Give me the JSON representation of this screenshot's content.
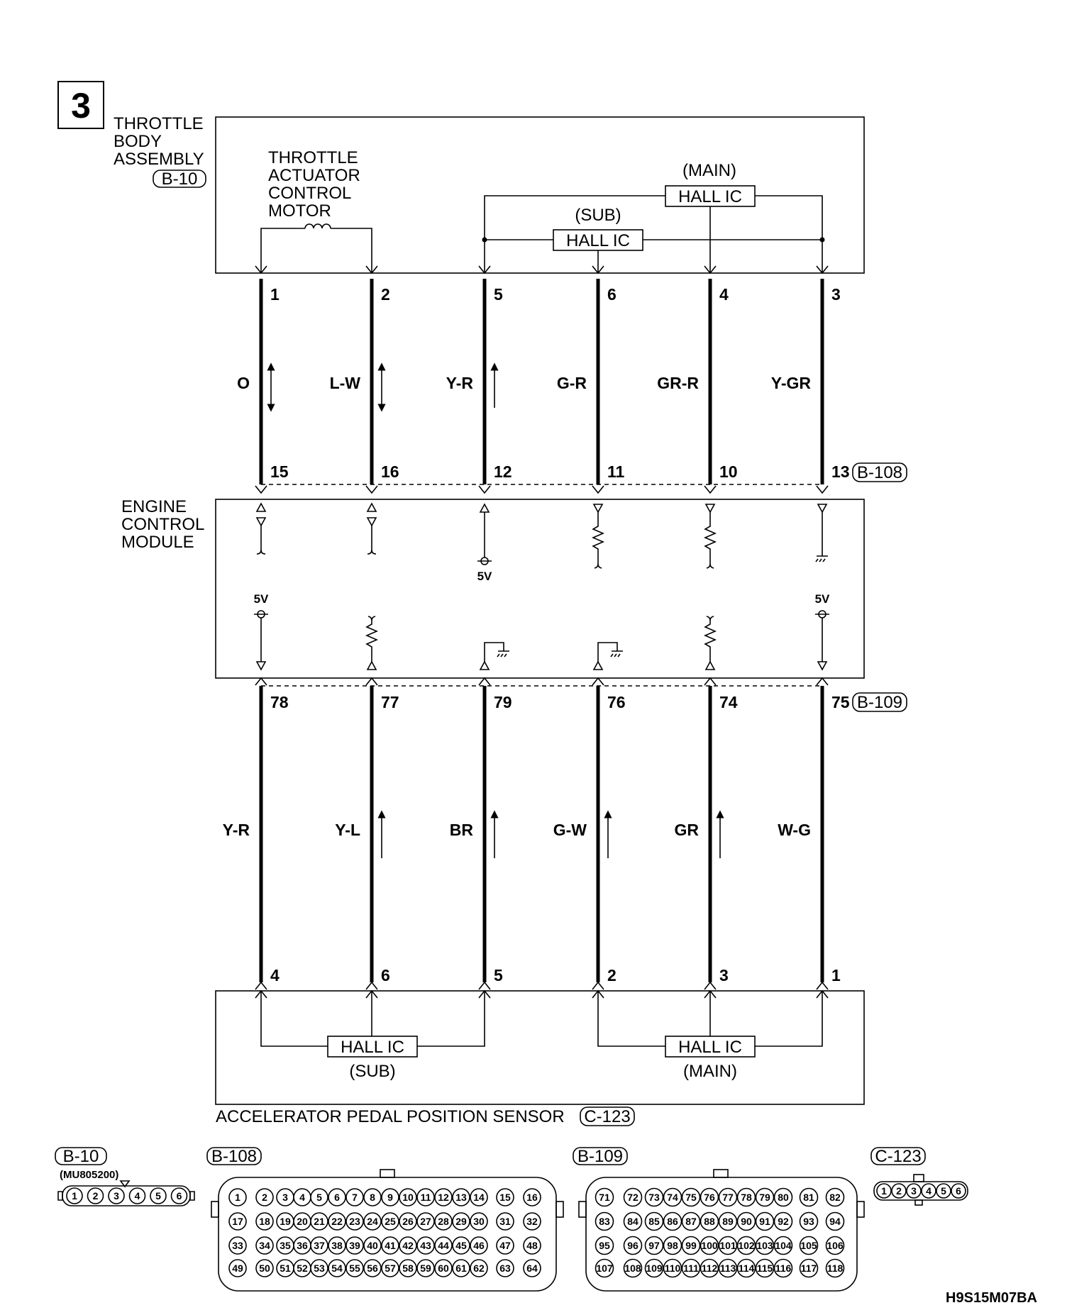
{
  "section_number": "3",
  "throttle_body": {
    "title_lines": [
      "THROTTLE",
      "BODY",
      "ASSEMBLY"
    ],
    "connector": "B-10",
    "motor_lines": [
      "THROTTLE",
      "ACTUATOR",
      "CONTROL",
      "MOTOR"
    ],
    "hall_main_label": "(MAIN)",
    "hall_sub_label": "(SUB)",
    "hall_ic": "HALL IC"
  },
  "ecm": {
    "title_lines": [
      "ENGINE",
      "CONTROL",
      "MODULE"
    ],
    "volt_label": "5V"
  },
  "connectors": {
    "b108": "B-108",
    "b109": "B-109",
    "c123": "C-123",
    "b10": "B-10"
  },
  "wires": [
    {
      "tb_pin": "1",
      "wire_color": "O",
      "b108_pin": "15",
      "b109_pin": "78",
      "wire_color_lower": "Y-R",
      "aps_pin": "4"
    },
    {
      "tb_pin": "2",
      "wire_color": "L-W",
      "b108_pin": "16",
      "b109_pin": "77",
      "wire_color_lower": "Y-L",
      "aps_pin": "6"
    },
    {
      "tb_pin": "5",
      "wire_color": "Y-R",
      "b108_pin": "12",
      "b109_pin": "79",
      "wire_color_lower": "BR",
      "aps_pin": "5"
    },
    {
      "tb_pin": "6",
      "wire_color": "G-R",
      "b108_pin": "11",
      "b109_pin": "76",
      "wire_color_lower": "G-W",
      "aps_pin": "2"
    },
    {
      "tb_pin": "4",
      "wire_color": "GR-R",
      "b108_pin": "10",
      "b109_pin": "74",
      "wire_color_lower": "GR",
      "aps_pin": "3"
    },
    {
      "tb_pin": "3",
      "wire_color": "Y-GR",
      "b108_pin": "13",
      "b109_pin": "75",
      "wire_color_lower": "W-G",
      "aps_pin": "1"
    }
  ],
  "aps": {
    "title": "ACCELERATOR PEDAL POSITION SENSOR",
    "connector": "C-123",
    "hall_ic": "HALL IC",
    "sub_label": "(SUB)",
    "main_label": "(MAIN)"
  },
  "connector_views": {
    "b10_part": "(MU805200)",
    "b10_pins": [
      "1",
      "2",
      "3",
      "4",
      "5",
      "6"
    ],
    "c123_pins": [
      "1",
      "2",
      "3",
      "4",
      "5",
      "6"
    ],
    "b108_first": 1,
    "b108_last": 64,
    "b109_first": 71,
    "b109_last": 118
  },
  "figure_code": "H9S15M07BA"
}
